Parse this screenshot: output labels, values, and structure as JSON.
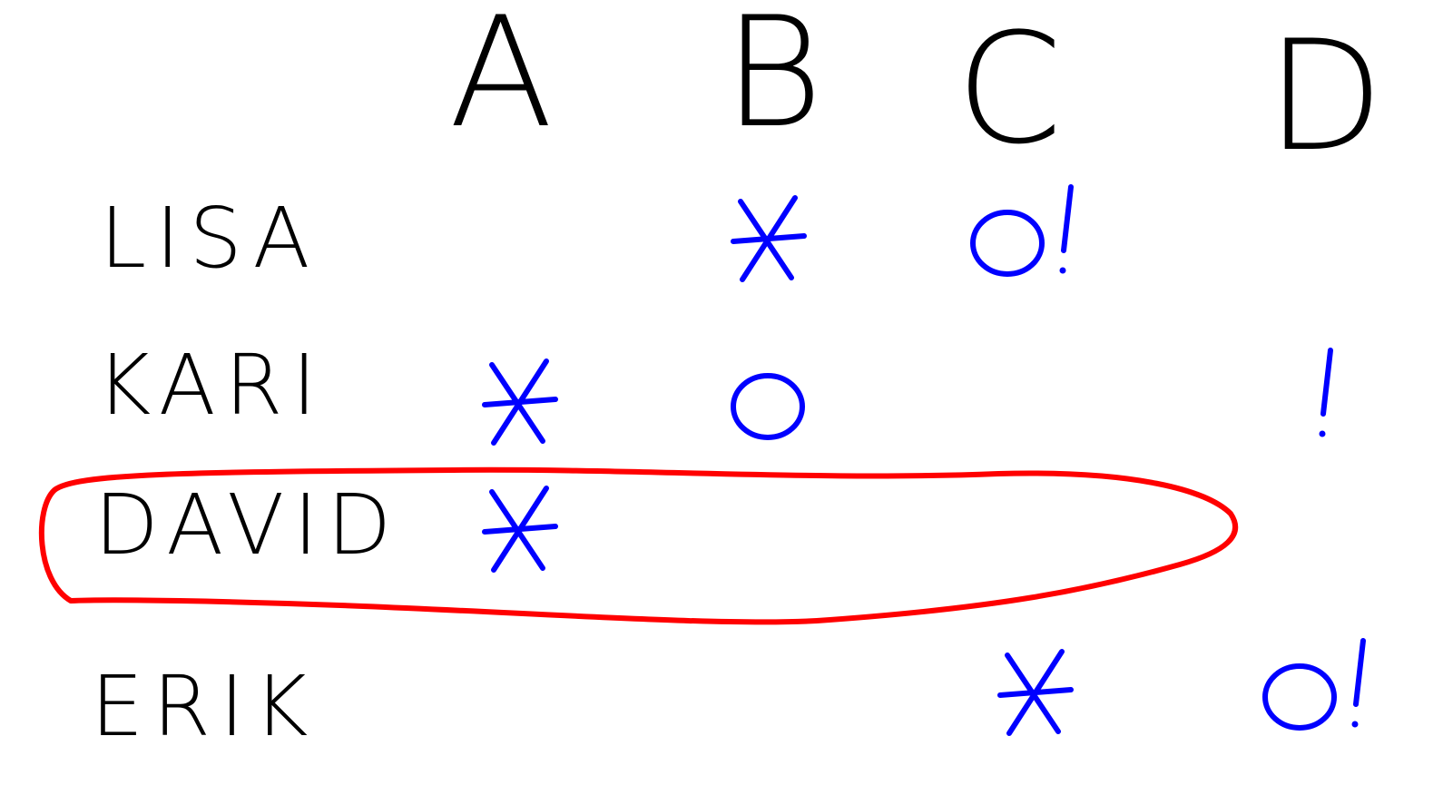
{
  "colors": {
    "ink": "#000000",
    "mark": "#0000ff",
    "highlight": "#ff0000",
    "background": "#ffffff"
  },
  "columns": [
    "A",
    "B",
    "C",
    "D"
  ],
  "rows": [
    {
      "label": "LISA",
      "cells": [
        "",
        "*",
        "o!",
        ""
      ]
    },
    {
      "label": "KARI",
      "cells": [
        "*",
        "o",
        "",
        "!"
      ]
    },
    {
      "label": "DAVID",
      "cells": [
        "*",
        "",
        "",
        ""
      ]
    },
    {
      "label": "ERIK",
      "cells": [
        "",
        "",
        "*",
        "o!"
      ]
    }
  ],
  "highlighted_row": "DAVID"
}
